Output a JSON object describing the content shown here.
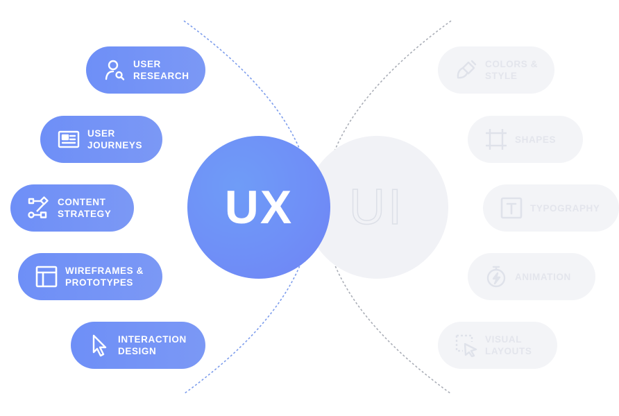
{
  "center": {
    "ux_label": "UX",
    "ui_label": "UI"
  },
  "ux_items": [
    {
      "label": "USER RESEARCH",
      "icon": "user-search-icon"
    },
    {
      "label": "USER JOURNEYS",
      "icon": "journey-card-icon"
    },
    {
      "label": "CONTENT STRATEGY",
      "icon": "flow-strategy-icon"
    },
    {
      "label": "WIREFRAMES & PROTOTYPES",
      "icon": "wireframe-layout-icon"
    },
    {
      "label": "INTERACTION DESIGN",
      "icon": "cursor-icon"
    }
  ],
  "ui_items": [
    {
      "label": "COLORS & STYLE",
      "icon": "paint-brush-icon"
    },
    {
      "label": "SHAPES",
      "icon": "shape-frame-icon"
    },
    {
      "label": "TYPOGRAPHY",
      "icon": "text-box-icon"
    },
    {
      "label": "ANIMATION",
      "icon": "stopwatch-bolt-icon"
    },
    {
      "label": "VISUAL LAYOUTS",
      "icon": "layout-select-icon"
    }
  ],
  "colors": {
    "ux_accent": "#6f8ff7",
    "ui_muted": "#f3f4f7",
    "ux_arc": "#7c9cec",
    "ui_arc": "#a9adb6"
  }
}
